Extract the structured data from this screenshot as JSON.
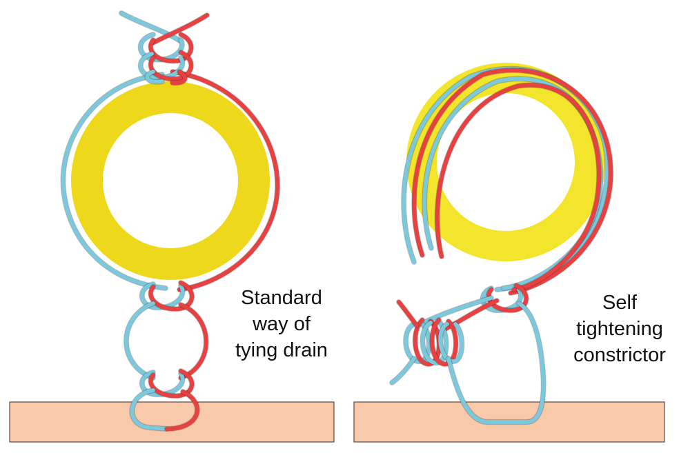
{
  "panels": [
    {
      "id": "standard",
      "caption_lines": [
        "Standard",
        "way of",
        "tying drain"
      ]
    },
    {
      "id": "self_tightening",
      "caption_lines": [
        "Self",
        "tightening",
        "constrictor"
      ]
    }
  ],
  "colors": {
    "background": "#ffffff",
    "drain_ring": "#eed81b",
    "drain_ring_right": "#f3e52c",
    "skin": "#f8c9ab",
    "skin_border": "#3a2a22",
    "suture_blue": "#7cc8dc",
    "suture_red": "#e84141",
    "outline": "#1a1a1a"
  }
}
